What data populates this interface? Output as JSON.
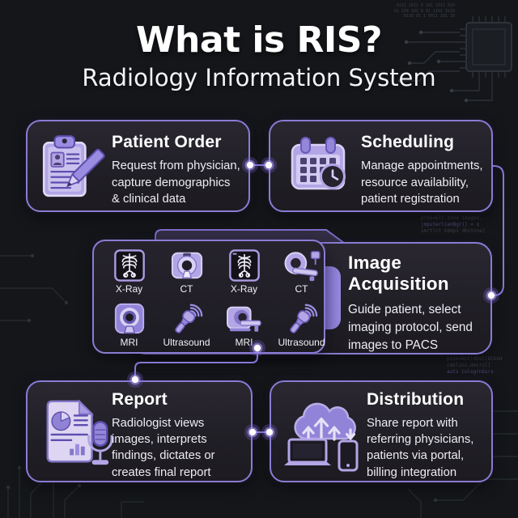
{
  "header": {
    "title": "What is RIS?",
    "subtitle": "Radiology Information System"
  },
  "cards": {
    "patient_order": {
      "title": "Patient Order",
      "icon": "clipboard-pencil-icon",
      "lines": [
        "Request from physician,",
        "capture demographics",
        "& clinical data"
      ]
    },
    "scheduling": {
      "title": "Scheduling",
      "icon": "calendar-clock-icon",
      "lines": [
        "Manage appointments,",
        "resource availability,",
        "patient registration"
      ]
    },
    "image_acquisition": {
      "title": "Image Acquisition",
      "lines": [
        "Guide patient, select",
        "imaging protocol, send",
        "images to PACS"
      ],
      "modalities": [
        {
          "label": "X-Ray",
          "icon": "xray-film-icon"
        },
        {
          "label": "CT",
          "icon": "ct-scanner-front-icon"
        },
        {
          "label": "X-Ray",
          "icon": "xray-film-icon"
        },
        {
          "label": "CT",
          "icon": "ct-scanner-side-icon"
        },
        {
          "label": "MRI",
          "icon": "mri-scanner-front-icon"
        },
        {
          "label": "Ultrasound",
          "icon": "ultrasound-probe-icon"
        },
        {
          "label": "MRI",
          "icon": "mri-scanner-side-icon"
        },
        {
          "label": "Ultrasound",
          "icon": "ultrasound-probe-icon"
        }
      ]
    },
    "report": {
      "title": "Report",
      "icon": "report-microphone-icon",
      "lines": [
        "Radiologist views",
        "images, interprets",
        "findings, dictates or",
        "creates final report"
      ]
    },
    "distribution": {
      "title": "Distribution",
      "icon": "cloud-share-devices-icon",
      "lines": [
        "Share report with",
        "referring physicians,",
        "patients via portal,",
        "billing integration"
      ]
    }
  },
  "colors": {
    "background": "#14161a",
    "card_background": "#221f27",
    "card_border": "#8a7bd4",
    "accent_purple": "#9486dc",
    "connector_line": "#8577d8",
    "connector_dot": "#ffffff",
    "text_primary": "#ffffff",
    "text_secondary": "#eeedf3"
  },
  "decor": {
    "circuit": [
      "chip-circuit-decoration",
      "trace-circuit-decoration"
    ],
    "code_lines": [
      "prbs=blt.zone images,",
      "jmputerlienBgr() = x",
      "smrtlit kbmps dbstone]",
      "pxss=bnt)dbst(blknd",
      "cmblins.dmsrsl]",
      "auts inlsgrnbsrs"
    ],
    "binary_rows": [
      "0111 1011 0 101 1011 010",
      "01 110 101 0 01 1101 0110",
      "0110 01 1 0011 101 10"
    ]
  }
}
